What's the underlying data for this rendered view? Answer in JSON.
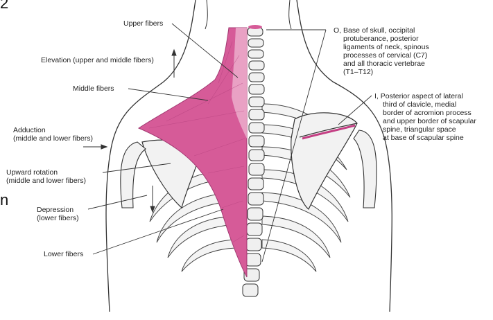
{
  "edge_text": {
    "top": "2",
    "left": "n"
  },
  "labels": {
    "upper_fibers": "Upper fibers",
    "elevation": "Elevation (upper and middle fibers)",
    "middle_fibers": "Middle fibers",
    "adduction": [
      "Adduction",
      "(middle and lower fibers)"
    ],
    "upward_rotation": [
      "Upward rotation",
      "(middle and lower fibers)"
    ],
    "depression": [
      "Depression",
      "(lower fibers)"
    ],
    "lower_fibers": "Lower fibers",
    "origin": [
      "O, Base of skull, occipital",
      "protuberance, posterior",
      "ligaments of neck, spinous",
      "processes of cervical (C7)",
      "and all thoracic vertebrae",
      "(T1–T12)"
    ],
    "insertion": [
      "I, Posterior aspect of lateral",
      "third of clavicle, medial",
      "border of acromion process",
      "and upper border of scapular",
      "spine, triangular space",
      "at base of scapular spine"
    ]
  },
  "colors": {
    "muscle": "#d65b98",
    "muscle_light": "#eeb3cf",
    "bone": "#f2f2f2",
    "outline": "#333333",
    "leader": "#333333"
  }
}
